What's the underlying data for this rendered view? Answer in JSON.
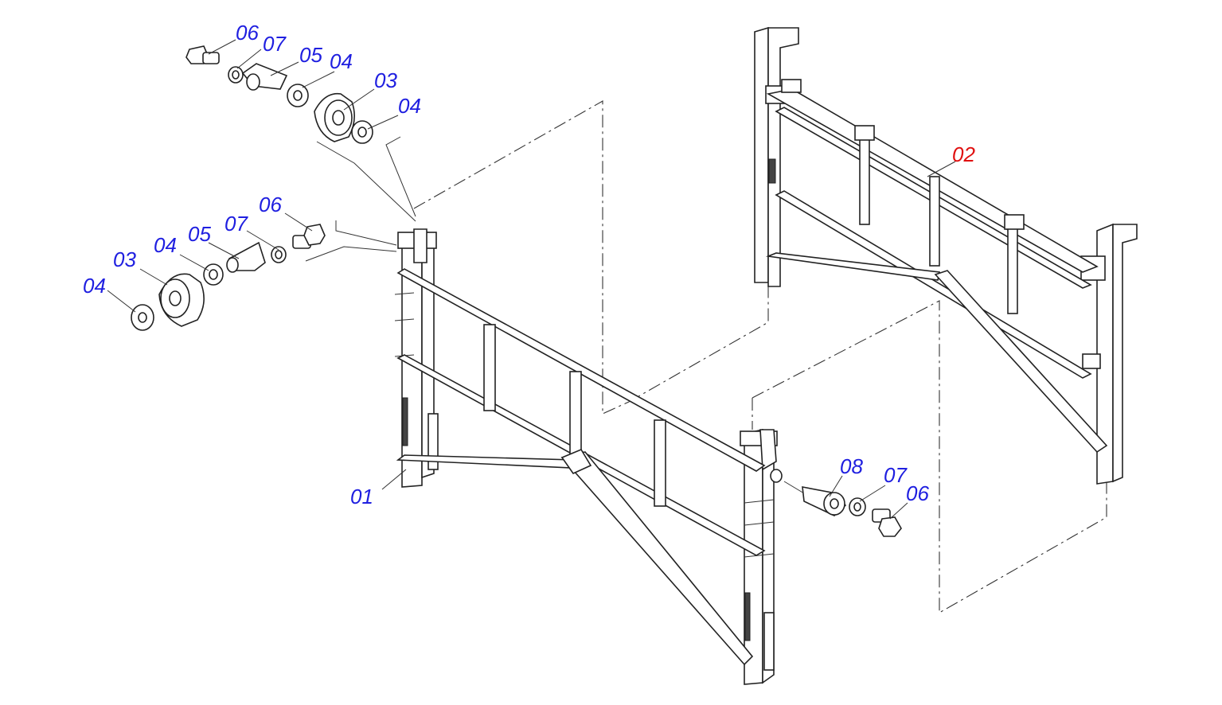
{
  "colors": {
    "callout_primary": "#1f1fe0",
    "callout_highlight": "#e01010",
    "line": "#222222"
  },
  "callouts": {
    "a1": "06",
    "a2": "07",
    "a3": "05",
    "a4": "04",
    "a5": "03",
    "a6": "04",
    "b1": "06",
    "b2": "07",
    "b3": "05",
    "b4": "04",
    "b5": "03",
    "b6": "04",
    "c1": "08",
    "c2": "07",
    "c3": "06",
    "frame_front": "01",
    "frame_back": "02"
  }
}
